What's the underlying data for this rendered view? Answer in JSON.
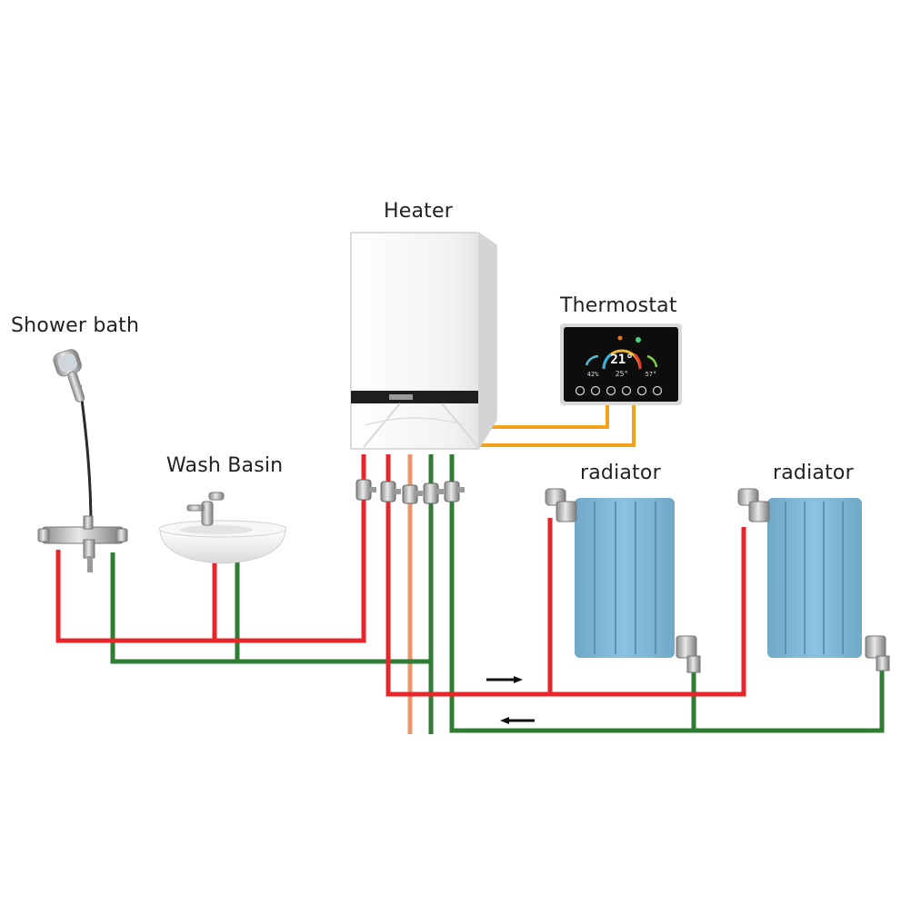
{
  "labels": {
    "heater": "Heater",
    "thermostat": "Thermostat",
    "shower": "Shower bath",
    "basin": "Wash Basin",
    "radiator_1": "radiator",
    "radiator_2": "radiator"
  },
  "thermostat_display": {
    "set_temp": "21°",
    "room_temp": "25°",
    "humidity": "42%",
    "floor_temp": "57°"
  },
  "colors": {
    "hot_pipe": "#e8252a",
    "return_pipe": "#2f7d32",
    "gas_pipe": "#e8966a",
    "signal_wire": "#f4a21b",
    "radiator": "#7fb8d8",
    "heater_body": "#f3f3f3"
  }
}
